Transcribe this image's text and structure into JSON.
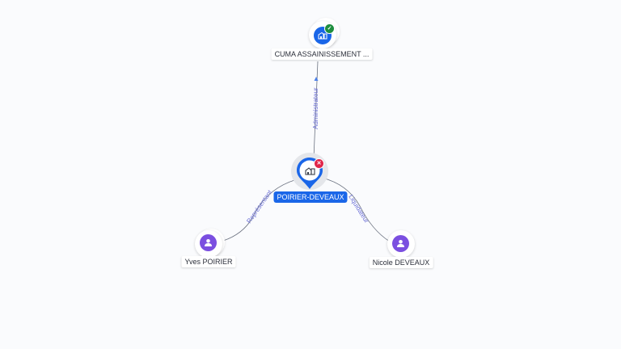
{
  "colors": {
    "background": "#fafbfd",
    "company_blue": "#1a66e8",
    "person_purple": "#7b4fe0",
    "edge_label": "#6b6fd6",
    "edge_line": "#6b7280",
    "status_ok": "#1e8e3e",
    "status_closed": "#e0264a"
  },
  "nodes": {
    "main": {
      "label": "POIRIER-DEVEAUX",
      "type": "company",
      "icon": "building-icon",
      "status": "closed"
    },
    "top": {
      "label": "CUMA ASSAINISSEMENT ...",
      "type": "company",
      "icon": "building-icon",
      "status": "active"
    },
    "left": {
      "label": "Yves POIRIER",
      "type": "person",
      "icon": "person-icon"
    },
    "right": {
      "label": "Nicole DEVEAUX",
      "type": "person",
      "icon": "person-icon"
    }
  },
  "edges": {
    "top": {
      "label": "Administrateur"
    },
    "left": {
      "label": "Représentant"
    },
    "right": {
      "label": "Liquidateur"
    }
  }
}
